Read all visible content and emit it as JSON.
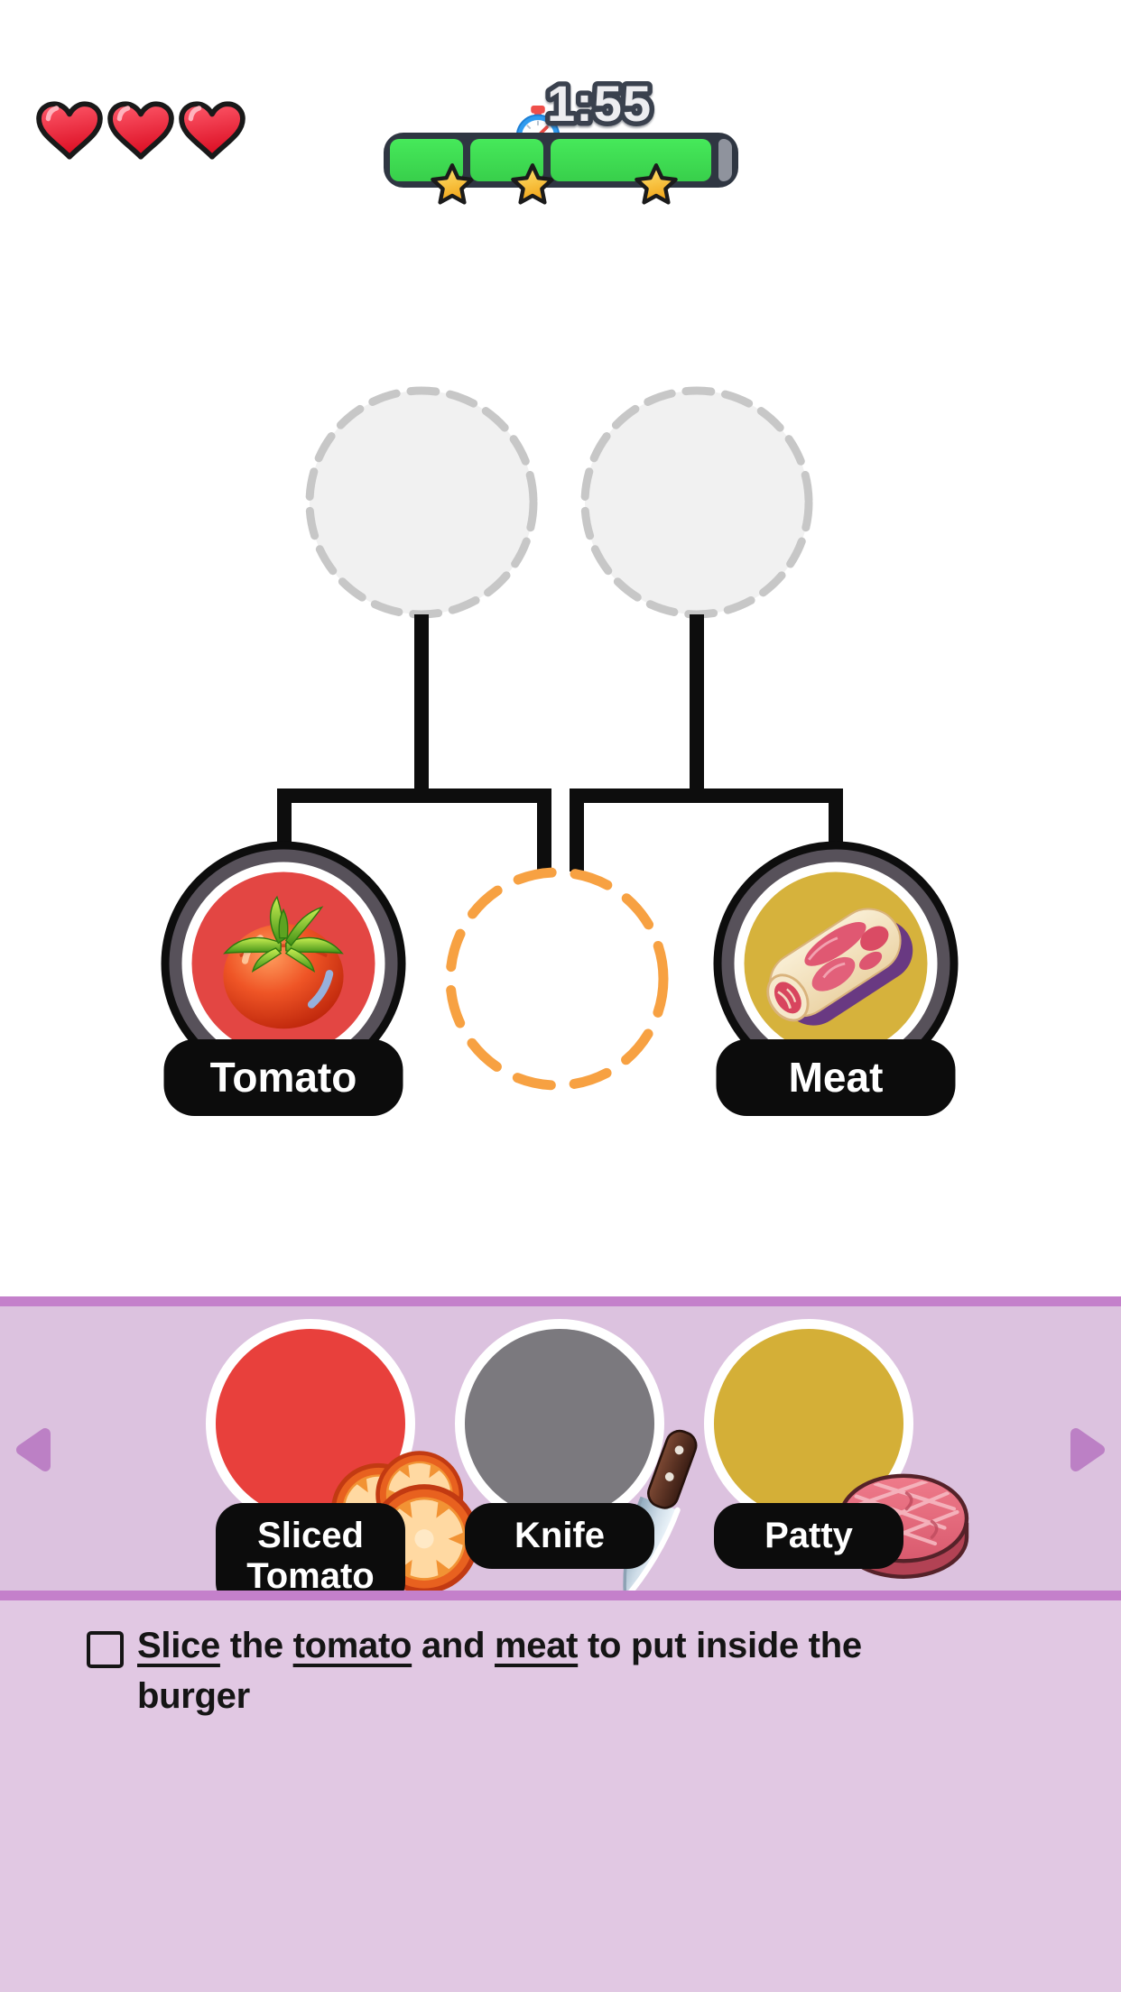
{
  "hud": {
    "lives": {
      "count": 3
    },
    "timer": {
      "value": "1:55",
      "icon": "stopwatch"
    },
    "star_bar": {
      "stars_total": 3,
      "slots": [
        {
          "star": true,
          "size": "small"
        },
        {
          "star": true,
          "size": "small"
        },
        {
          "star": true,
          "size": "large"
        }
      ]
    }
  },
  "board": {
    "result_slots": [
      {
        "id": "left",
        "state": "empty"
      },
      {
        "id": "right",
        "state": "empty"
      }
    ],
    "middle_slot": {
      "state": "empty",
      "style": "orange-dashed"
    },
    "nodes": [
      {
        "label": "Tomato",
        "color": "#e34643"
      },
      {
        "label": "Meat",
        "color": "#d6b23c"
      }
    ]
  },
  "tray": {
    "items": [
      {
        "label": "Sliced Tomato",
        "color": "#e8403c"
      },
      {
        "label": "Knife",
        "color": "#7b797e"
      },
      {
        "label": "Patty",
        "color": "#d4af37"
      }
    ],
    "nav": {
      "left_icon": "triangle-left",
      "right_icon": "triangle-right"
    }
  },
  "objective": {
    "checked": false,
    "segments": [
      {
        "text": "Slice",
        "underline": true
      },
      {
        "text": " the ",
        "underline": false
      },
      {
        "text": "tomato",
        "underline": true
      },
      {
        "text": " and ",
        "underline": false
      },
      {
        "text": "meat",
        "underline": true
      },
      {
        "text": " to put inside the ",
        "underline": false
      },
      {
        "text": "burger",
        "underline": false,
        "break_before": true
      }
    ]
  },
  "colors": {
    "background": "#ffffff",
    "tray_background": "#dcc2df",
    "panel_background": "#e1c8e3",
    "divider_purple": "#c480cb",
    "arrow_purple": "#bc80c5",
    "connector_black": "#0d0d0d",
    "empty_slot_border_gray": "#c7c7c7",
    "empty_slot_fill": "#f1f1f1",
    "ingredient_slot_orange": "#f7a142",
    "node_ring_gray": "#57515a",
    "label_pill_black": "#0c0c0c",
    "bar_track_navy": "#2f3642",
    "bar_fill_green": "#42dd55",
    "star_gold": "#ffcf3e",
    "heart_red": "#e8112d",
    "timer_text": "#ededf0"
  }
}
